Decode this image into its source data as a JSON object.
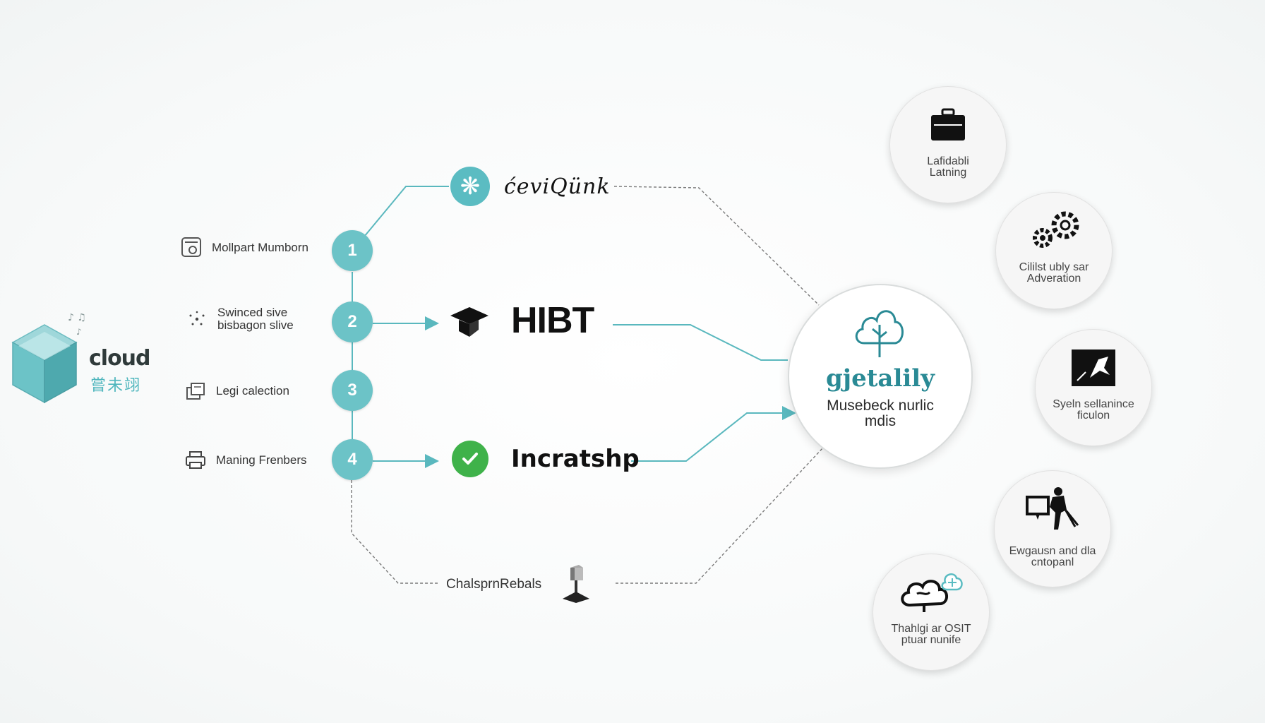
{
  "logo": {
    "word": "cloud",
    "sub": "嘗未翊",
    "icon": "cube-icon"
  },
  "steps": [
    {
      "number": "1",
      "label": "Mollpart Mumborn",
      "icon": "form-icon"
    },
    {
      "number": "2",
      "label_line1": "Swinced sive",
      "label_line2": "bisbagon slive",
      "icon": "sparkle-icon"
    },
    {
      "number": "3",
      "label": "Legi calection",
      "icon": "stack-icon"
    },
    {
      "number": "4",
      "label": "Maning Frenbers",
      "icon": "printer-icon"
    }
  ],
  "middle_nodes": [
    {
      "label": "ćeviQünk",
      "icon": "snowflake-icon",
      "icon_color": "#5bbcc2"
    },
    {
      "label": "HIBT",
      "icon": "graduation-cap-icon"
    },
    {
      "label": "Incratshp",
      "icon": "check-circle-icon",
      "icon_color": "#3fb24a"
    },
    {
      "label": "ChalsprnRebals",
      "icon": "pedestal-icon"
    }
  ],
  "hub": {
    "title": "gjetalily",
    "subtitle_line1": "Musebeck nurlic",
    "subtitle_line2": "mdis",
    "icon": "cloud-tree-icon"
  },
  "satellites": [
    {
      "line1": "Lafidabli",
      "line2": "Latning",
      "icon": "briefcase-icon"
    },
    {
      "line1": "Cililst ubly sar",
      "line2": "Adveration",
      "icon": "gears-icon"
    },
    {
      "line1": "Syeln sellanince",
      "line2": "ficulon",
      "icon": "framed-picture-icon"
    },
    {
      "line1": "Ewgausn and dla",
      "line2": "cntopanl",
      "icon": "presenter-icon"
    },
    {
      "line1": "Thahlgi ar OSIT",
      "line2": "ptuar nunife",
      "icon": "brain-cloud-icon"
    }
  ],
  "colors": {
    "teal": "#6cc3c7",
    "teal_line": "#5ab8be",
    "dashed": "#7a7a7a",
    "hub_title": "#2a8a95",
    "check_green": "#3fb24a"
  }
}
